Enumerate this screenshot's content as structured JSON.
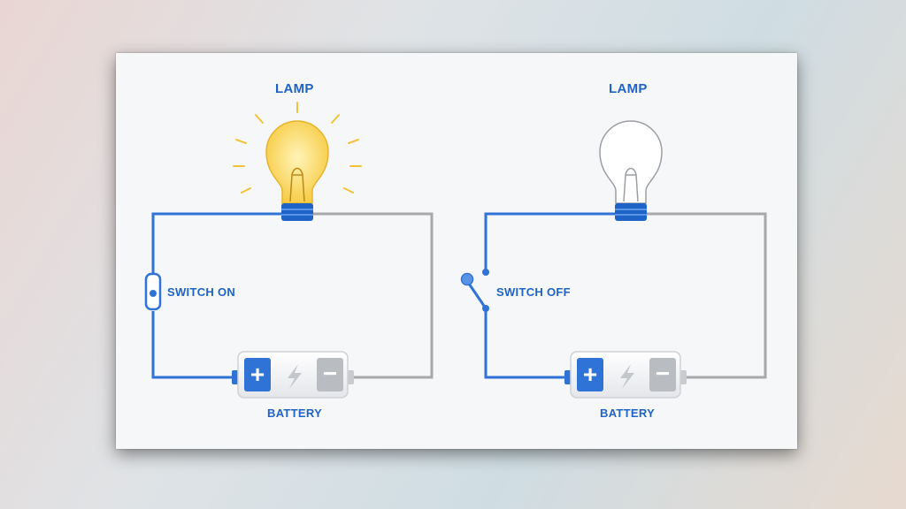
{
  "diagram": {
    "circuits": [
      {
        "state": "on",
        "lamp_label": "LAMP",
        "switch_label": "SWITCH ON",
        "battery_label": "BATTERY",
        "battery_plus": "+",
        "battery_minus": "−"
      },
      {
        "state": "off",
        "lamp_label": "LAMP",
        "switch_label": "SWITCH OFF",
        "battery_label": "BATTERY",
        "battery_plus": "+",
        "battery_minus": "−"
      }
    ],
    "colors": {
      "wire_live": "#2f73d6",
      "wire_neutral": "#a6a8ac",
      "lamp_glow": "#f7cf4f",
      "lamp_rays": "#f3c23a",
      "battery_plus": "#2f73d6",
      "battery_minus": "#b9bcc1",
      "label_text": "#1f63c6"
    }
  }
}
